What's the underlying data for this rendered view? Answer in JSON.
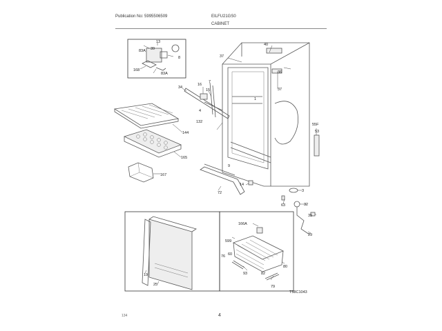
{
  "header": {
    "publication": "Publication No: 5995506509",
    "model": "EILFU21GS0",
    "section": "CABINET"
  },
  "footer": {
    "code": "134",
    "page": "4",
    "figure_id": "T58C1043"
  },
  "callouts": [
    {
      "id": "c-83A",
      "text": "83A"
    },
    {
      "id": "c-13",
      "text": "13"
    },
    {
      "id": "c-39",
      "text": "39"
    },
    {
      "id": "c-168",
      "text": "168"
    },
    {
      "id": "c-83A-b",
      "text": "83A"
    },
    {
      "id": "c-8",
      "text": "8"
    },
    {
      "id": "c-37",
      "text": "37"
    },
    {
      "id": "c-40",
      "text": "40"
    },
    {
      "id": "c-34",
      "text": "34"
    },
    {
      "id": "c-16",
      "text": "16"
    },
    {
      "id": "c-15",
      "text": "15"
    },
    {
      "id": "c-7",
      "text": "7"
    },
    {
      "id": "c-1",
      "text": "1"
    },
    {
      "id": "c-37-b",
      "text": "37"
    },
    {
      "id": "c-36",
      "text": "36"
    },
    {
      "id": "c-4",
      "text": "4"
    },
    {
      "id": "c-132",
      "text": "132"
    },
    {
      "id": "c-144",
      "text": "144"
    },
    {
      "id": "c-165",
      "text": "165"
    },
    {
      "id": "c-167",
      "text": "167"
    },
    {
      "id": "c-9",
      "text": "9"
    },
    {
      "id": "c-14",
      "text": "14"
    },
    {
      "id": "c-72",
      "text": "72"
    },
    {
      "id": "c-3",
      "text": "3"
    },
    {
      "id": "c-63",
      "text": "63"
    },
    {
      "id": "c-32",
      "text": "32"
    },
    {
      "id": "c-35",
      "text": "35"
    },
    {
      "id": "c-29",
      "text": "29"
    },
    {
      "id": "c-53",
      "text": "53"
    },
    {
      "id": "c-55F",
      "text": "55F"
    },
    {
      "id": "c-19",
      "text": "19"
    },
    {
      "id": "c-25",
      "text": "25"
    },
    {
      "id": "c-166A",
      "text": "166A"
    },
    {
      "id": "c-599",
      "text": "599"
    },
    {
      "id": "c-60",
      "text": "60"
    },
    {
      "id": "c-76",
      "text": "76"
    },
    {
      "id": "c-93",
      "text": "93"
    },
    {
      "id": "c-82",
      "text": "82"
    },
    {
      "id": "c-80",
      "text": "80"
    },
    {
      "id": "c-79",
      "text": "79"
    }
  ]
}
